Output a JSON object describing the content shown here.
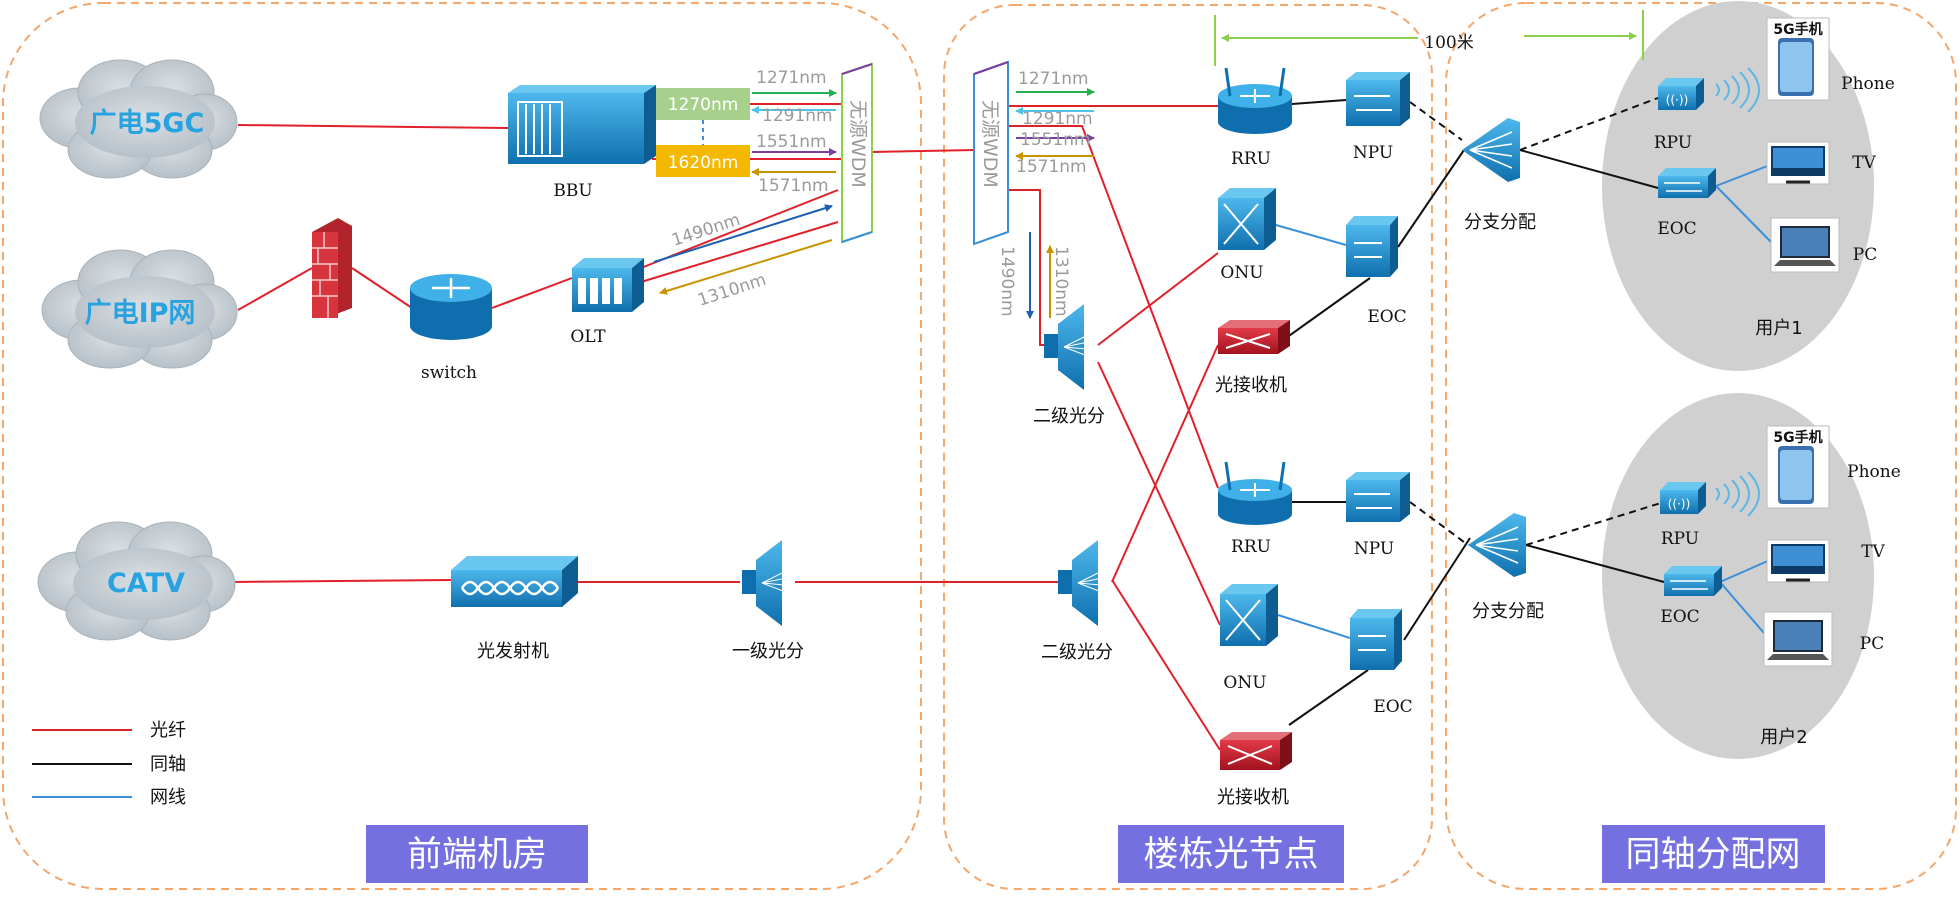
{
  "sections": {
    "front_room": "前端机房",
    "building_node": "楼栋光节点",
    "coax_network": "同轴分配网"
  },
  "clouds": {
    "gc5": "广电5GC",
    "ip": "广电IP网",
    "catv": "CATV"
  },
  "devices": {
    "bbu": "BBU",
    "switch": "switch",
    "olt": "OLT",
    "transmitter": "光发射机",
    "splitter1": "一级光分",
    "splitter2a": "二级光分",
    "splitter2b": "二级光分",
    "rru1": "RRU",
    "npu1": "NPU",
    "onu1": "ONU",
    "eoc1": "EOC",
    "receiver1": "光接收机",
    "rru2": "RRU",
    "npu2": "NPU",
    "onu2": "ONU",
    "eoc2": "EOC",
    "receiver2": "光接收机",
    "tap1": "分支分配",
    "tap2": "分支分配"
  },
  "wdm": {
    "left": "无源WDM",
    "right": "无源WDM"
  },
  "wavelengths": {
    "w1270": "1270nm",
    "w1620": "1620nm",
    "w1271": "1271nm",
    "w1291": "1291nm",
    "w1551": "1551nm",
    "w1571": "1571nm",
    "w1490": "1490nm",
    "w1310": "1310nm",
    "r1271": "1271nm",
    "r1291": "1291nm",
    "r1551": "1551nm",
    "r1571": "1571nm",
    "v1490": "1490nm",
    "v1310": "1310nm"
  },
  "distance": "100米",
  "users": [
    {
      "name": "用户1",
      "rpu": "RPU",
      "eoc": "EOC",
      "phone_badge": "5G手机",
      "phone": "Phone",
      "tv": "TV",
      "pc": "PC"
    },
    {
      "name": "用户2",
      "rpu": "RPU",
      "eoc": "EOC",
      "phone_badge": "5G手机",
      "phone": "Phone",
      "tv": "TV",
      "pc": "PC"
    }
  ],
  "legend": [
    {
      "label": "光纤",
      "color": "#e0202a"
    },
    {
      "label": "同轴",
      "color": "#111111"
    },
    {
      "label": "网线",
      "color": "#3b8fd9"
    }
  ],
  "colors": {
    "fiber": "#e0202a",
    "coax": "#111111",
    "ethernet": "#3b8fd9",
    "section_border": "#f4a66b",
    "section_title_bg": "#7470e0",
    "cloud_fill": "#c4ccd2",
    "device_blue": "#1c8fd0",
    "user_circle": "#d0d0d0"
  }
}
